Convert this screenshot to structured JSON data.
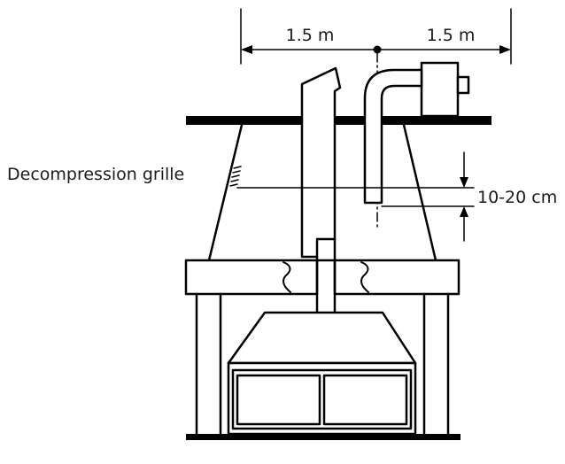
{
  "labels": {
    "dim_left": "1.5 m",
    "dim_right": "1.5 m",
    "grille": "Decompression grille",
    "gap": "10-20 cm"
  },
  "colors": {
    "stroke": "#000000",
    "background": "#ffffff"
  }
}
